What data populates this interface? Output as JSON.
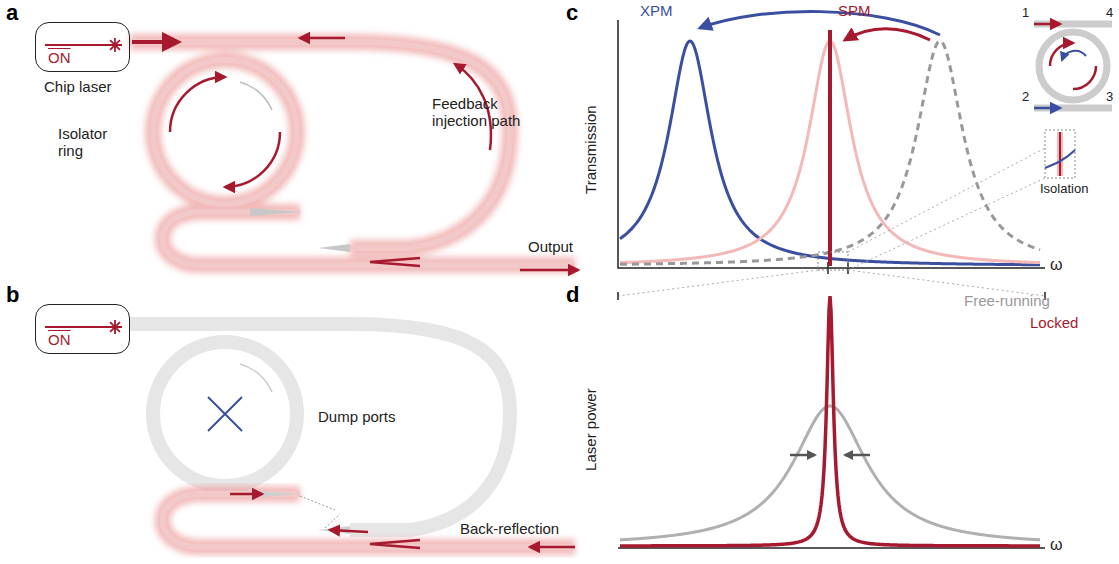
{
  "diagram": {
    "nodes": [
      {
        "text": [
          "ON",
          "Chip laser"
        ]
      },
      {
        "text": [
          "ON"
        ]
      }
    ],
    "labels": [
      "a",
      "Isolator ring",
      "Feedback injection path",
      "Output",
      "b",
      "Dump ports",
      "Back-reflection",
      "c",
      "XPM",
      "SPM",
      "Transmission",
      "ω",
      "1",
      "4",
      "2",
      "3",
      "Isolation",
      "d",
      "Laser power",
      "ω",
      "Free-running",
      "Locked"
    ]
  }
}
